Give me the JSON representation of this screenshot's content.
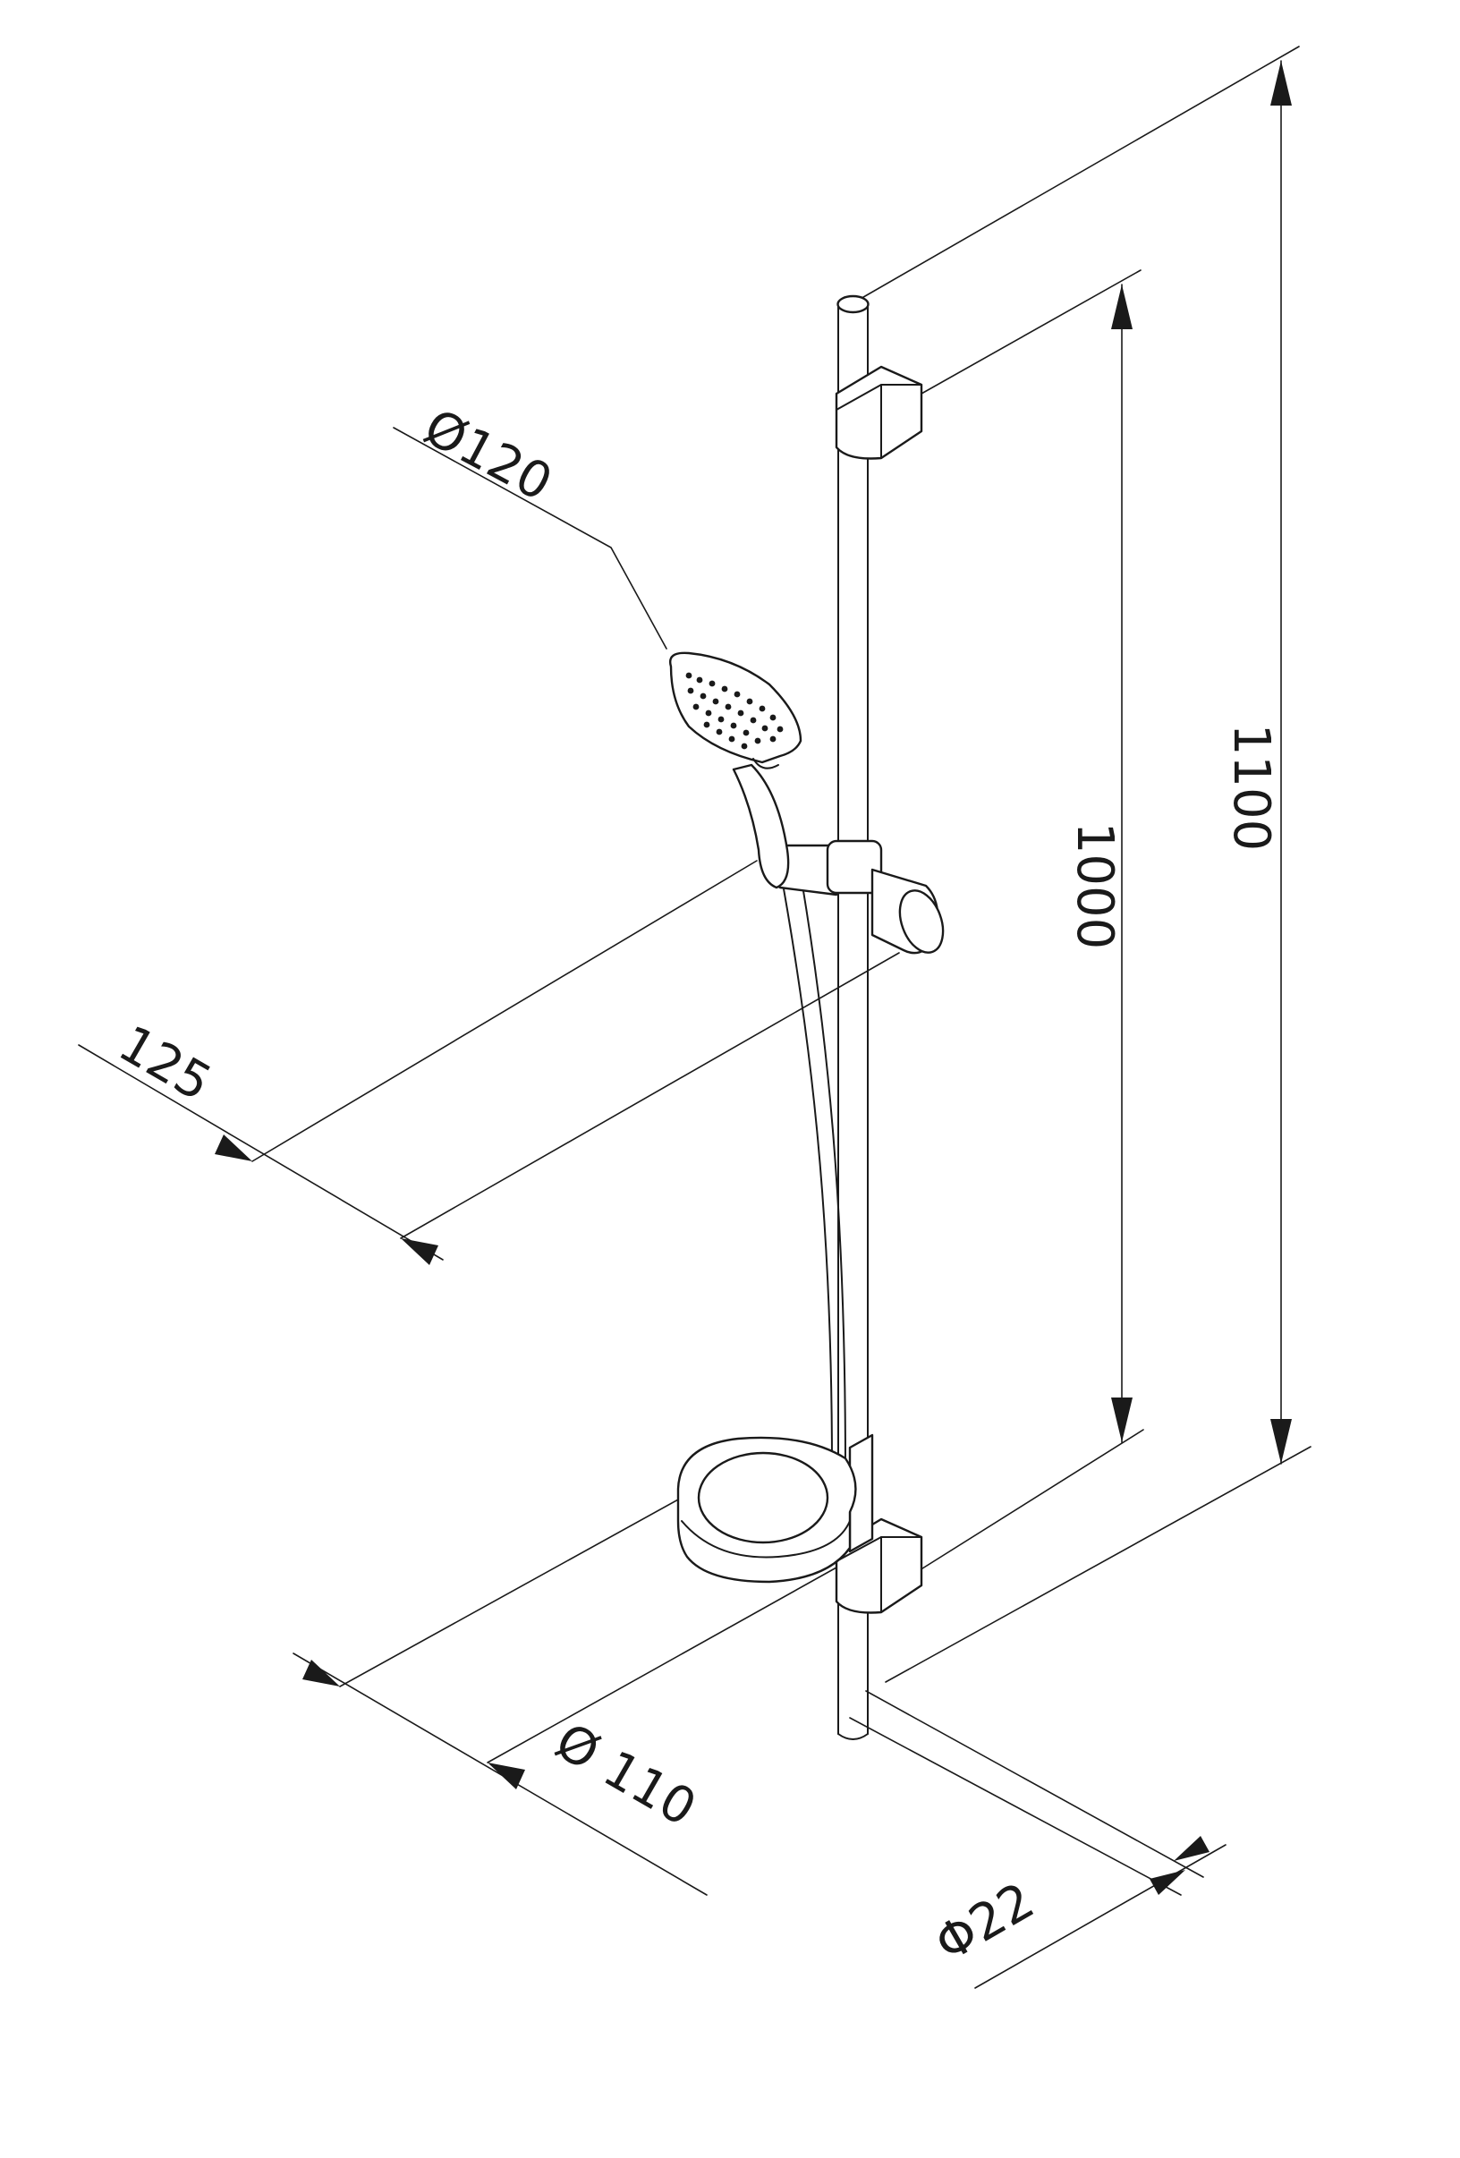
{
  "dimensions": {
    "head_diameter": "Ø120",
    "bar_length": "1000",
    "total_height": "1100",
    "arm_length": "125",
    "dish_diameter": "Ø 110",
    "bar_diameter": "Φ22"
  }
}
